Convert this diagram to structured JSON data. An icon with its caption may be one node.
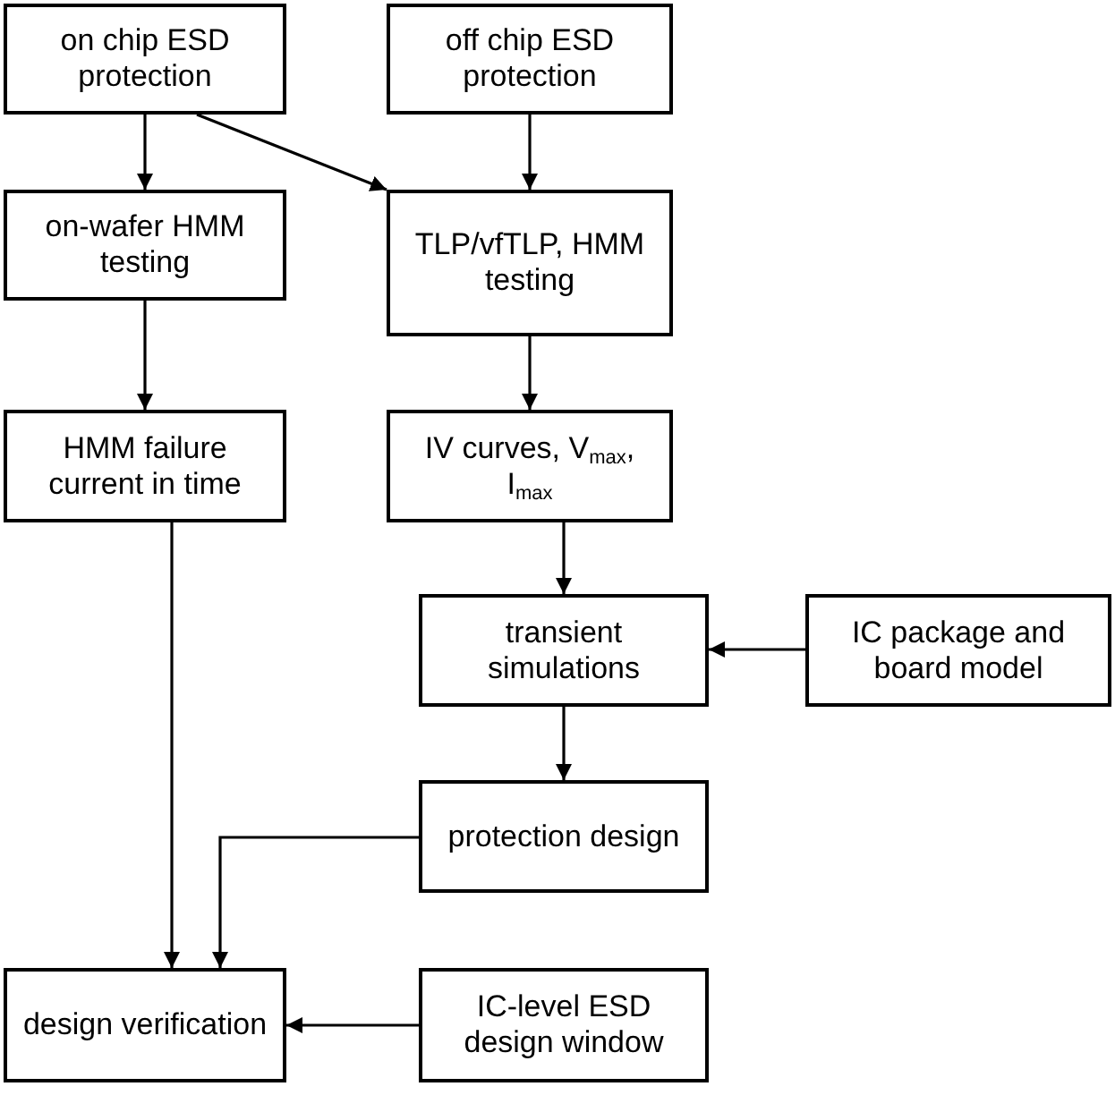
{
  "diagram": {
    "nodes": [
      {
        "text": [
          "on chip ESD protection"
        ]
      },
      {
        "text": [
          "off chip ESD protection"
        ]
      },
      {
        "text": [
          "on-wafer HMM testing"
        ]
      },
      {
        "text": [
          "TLP/vfTLP, HMM testing"
        ]
      },
      {
        "text": [
          "HMM failure current in time"
        ]
      },
      {
        "text": [
          "IV curves, V$_{max}$, I$_{max}$"
        ]
      },
      {
        "text": [
          "transient simulations"
        ]
      },
      {
        "text": [
          "IC package and board model"
        ]
      },
      {
        "text": [
          "protection design"
        ]
      },
      {
        "text": [
          "design verification"
        ]
      },
      {
        "text": [
          "IC-level ESD design window"
        ]
      }
    ],
    "edges": [
      {
        "from": 0,
        "to": 2,
        "arrow": "to"
      },
      {
        "from": 0,
        "to": 3,
        "arrow": "to"
      },
      {
        "from": 1,
        "to": 3,
        "arrow": "to"
      },
      {
        "from": 2,
        "to": 4,
        "arrow": "to"
      },
      {
        "from": 3,
        "to": 5,
        "arrow": "to"
      },
      {
        "from": 5,
        "to": 6,
        "arrow": "to"
      },
      {
        "from": 7,
        "to": 6,
        "arrow": "to"
      },
      {
        "from": 6,
        "to": 8,
        "arrow": "to"
      },
      {
        "from": 4,
        "to": 9,
        "arrow": "to"
      },
      {
        "from": 8,
        "to": 9,
        "arrow": "to"
      },
      {
        "from": 10,
        "to": 9,
        "arrow": "to"
      }
    ]
  }
}
